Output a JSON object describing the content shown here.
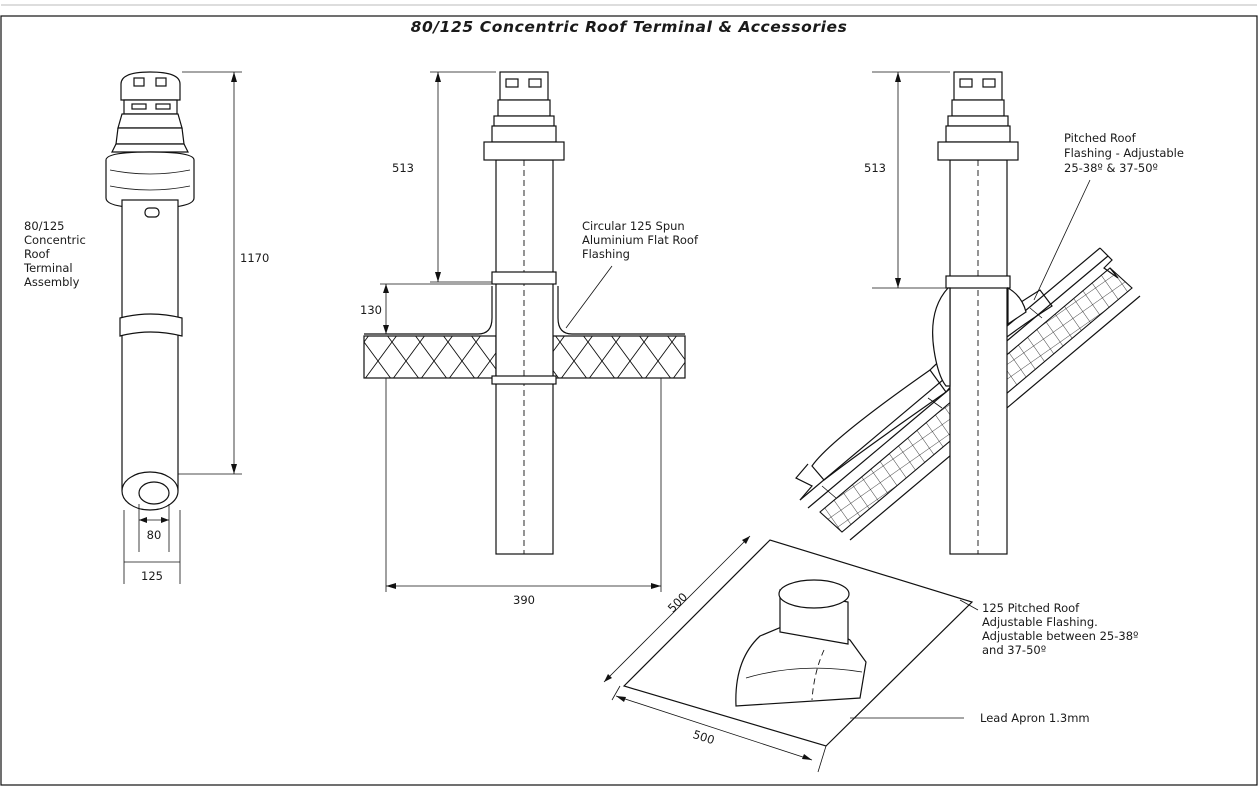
{
  "title": "80/125 Concentric Roof Terminal & Accessories",
  "terminal": {
    "label": [
      "80/125",
      "Concentric",
      "Roof",
      "Terminal",
      "Assembly"
    ],
    "dim_height": "1170",
    "dim_inner": "80",
    "dim_outer": "125"
  },
  "flat_roof": {
    "label": [
      "Circular 125 Spun",
      "Aluminium Flat Roof",
      "Flashing"
    ],
    "dim_top": "513",
    "dim_upstand": "130",
    "dim_width": "390"
  },
  "pitched_roof": {
    "label": [
      "Pitched Roof",
      "Flashing - Adjustable",
      "25-38º & 37-50º"
    ],
    "dim_top": "513"
  },
  "apron": {
    "label": [
      "125 Pitched Roof",
      "Adjustable Flashing.",
      "Adjustable between 25-38º",
      "and 37-50º"
    ],
    "lead_label": "Lead Apron 1.3mm",
    "dim_a": "500",
    "dim_b": "500"
  }
}
